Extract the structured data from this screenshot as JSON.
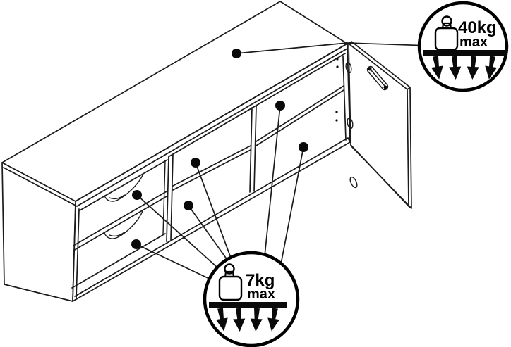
{
  "callouts": {
    "top": {
      "value": "40kg",
      "qualifier": "max",
      "icon": "weight-icon",
      "linked_markers": 1
    },
    "shelf": {
      "value": "7kg",
      "qualifier": "max",
      "icon": "weight-icon",
      "linked_markers": 6
    }
  },
  "colors": {
    "line": "#1b1b1b",
    "ink": "#000000",
    "background": "#ffffff"
  }
}
